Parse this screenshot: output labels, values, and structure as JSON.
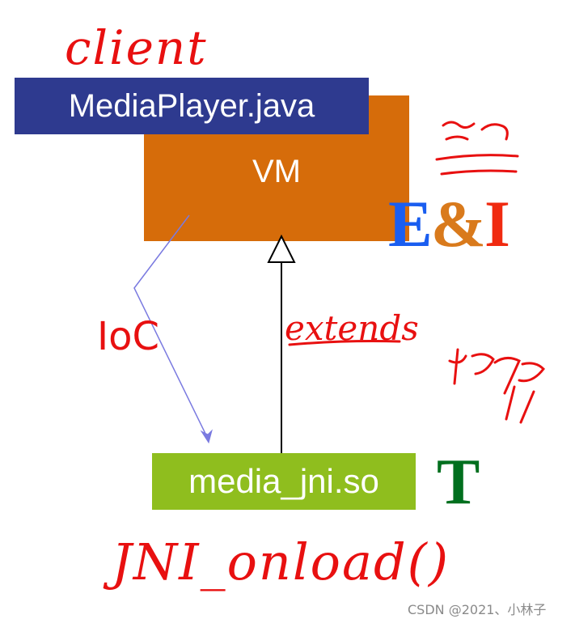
{
  "boxes": {
    "vm": {
      "label": "VM",
      "color": "#d66c0a"
    },
    "media_player": {
      "label": "MediaPlayer.java",
      "color": "#2e3a8f"
    },
    "media_jni": {
      "label": "media_jni.so",
      "color": "#8fbe1e"
    }
  },
  "tags": {
    "ei": {
      "e": "E",
      "amp": "&",
      "i": "I",
      "e_color": "#1a5ef0",
      "amp_color": "#d97a1c",
      "i_color": "#f02a10"
    },
    "t": {
      "label": "T",
      "color": "#006f1e"
    }
  },
  "annotations": {
    "client": "client",
    "ioc": "IoC",
    "extends": "extends",
    "jni_onload": "JNI_onload()",
    "ink_color": "#e81010"
  },
  "watermark": "CSDN @2021、小林子",
  "connectors": {
    "ioc_arrow_color": "#7a7ae0",
    "extends_arrow_color": "#000000"
  }
}
